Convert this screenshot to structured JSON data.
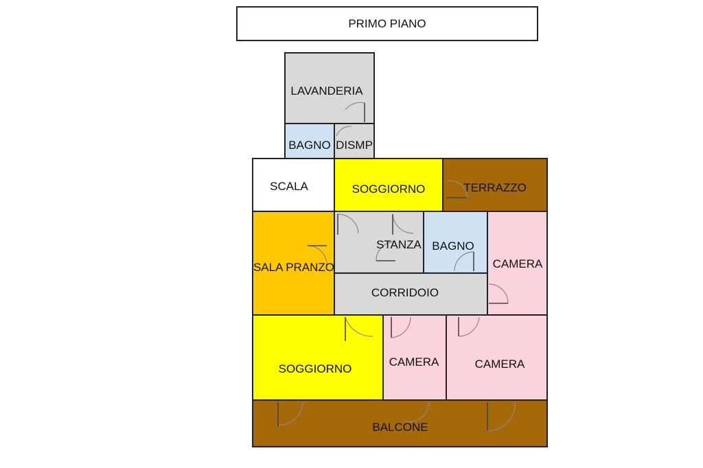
{
  "plan": {
    "title": "PRIMO PIANO",
    "colors": {
      "service": "#d9d9d9",
      "bath": "#cfe2f3",
      "living": "#ffff00",
      "dining": "#ffc800",
      "terrace": "#a5690a",
      "bedroom": "#fbd3dc",
      "stair": "#ffffff",
      "corridor": "#d9d9d9"
    },
    "rooms": [
      {
        "id": "lavanderia",
        "label": "LAVANDERIA"
      },
      {
        "id": "bagno-top",
        "label": "BAGNO"
      },
      {
        "id": "disimpegno",
        "label": "DISMP"
      },
      {
        "id": "scala",
        "label": "SCALA"
      },
      {
        "id": "soggiorno-top",
        "label": "SOGGIORNO"
      },
      {
        "id": "terrazzo",
        "label": "TERRAZZO"
      },
      {
        "id": "sala-pranzo",
        "label": "SALA PRANZO"
      },
      {
        "id": "stanza",
        "label": "STANZA"
      },
      {
        "id": "bagno-mid",
        "label": "BAGNO"
      },
      {
        "id": "camera-right",
        "label": "CAMERA"
      },
      {
        "id": "corridoio",
        "label": "CORRIDOIO"
      },
      {
        "id": "soggiorno-bottom",
        "label": "SOGGIORNO"
      },
      {
        "id": "camera-mid",
        "label": "CAMERA"
      },
      {
        "id": "camera-bottom-right",
        "label": "CAMERA"
      },
      {
        "id": "balcone",
        "label": "BALCONE"
      }
    ]
  }
}
